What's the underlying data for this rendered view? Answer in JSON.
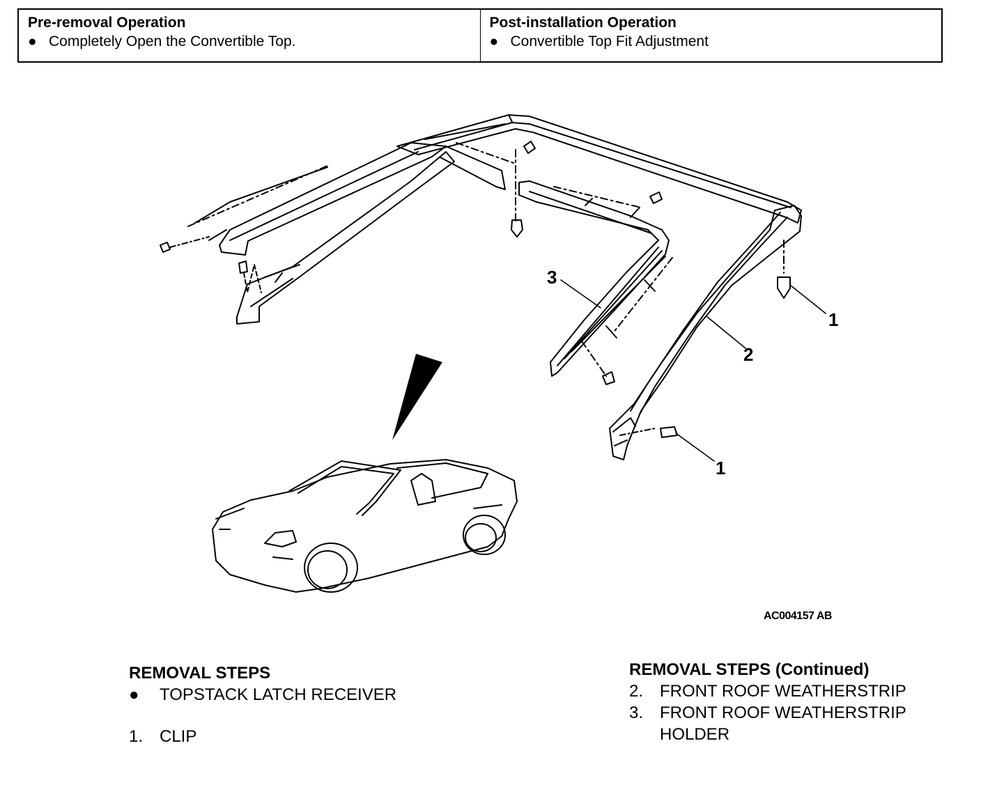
{
  "pre_removal": {
    "title": "Pre-removal Operation",
    "items": [
      "Completely Open the Convertible Top."
    ]
  },
  "post_installation": {
    "title": "Post-installation Operation",
    "items": [
      "Convertible Top Fit Adjustment"
    ]
  },
  "diagram": {
    "figure_id": "AC004157 AB",
    "callouts": {
      "clip_upper": "1",
      "clip_lower": "1",
      "weatherstrip": "2",
      "holder": "3"
    }
  },
  "steps_left": {
    "title": "REMOVAL STEPS",
    "bullet_item": "TOPSTACK LATCH RECEIVER",
    "item_1_num": "1.",
    "item_1_label": "CLIP"
  },
  "steps_right": {
    "title": "REMOVAL STEPS (Continued)",
    "item_2_num": "2.",
    "item_2_label": "FRONT ROOF WEATHERSTRIP",
    "item_3_num": "3.",
    "item_3_label": "FRONT ROOF WEATHERSTRIP",
    "item_3_label_cont": "HOLDER"
  }
}
